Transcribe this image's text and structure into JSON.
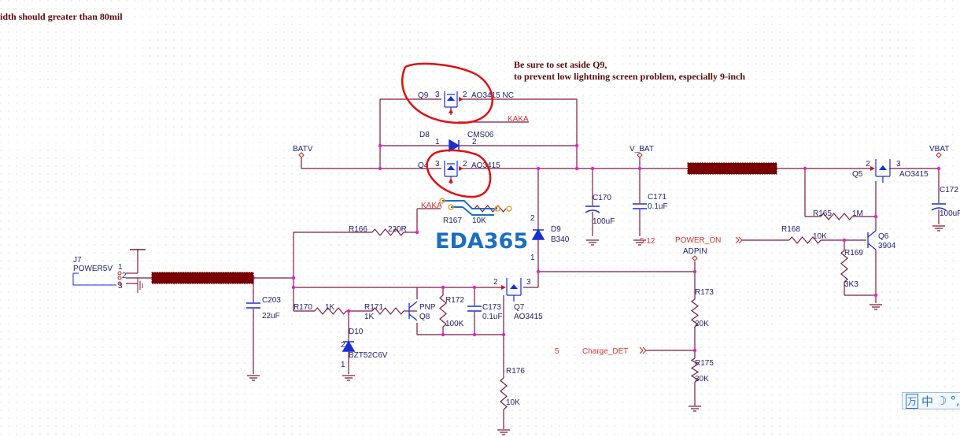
{
  "header_note": "idth should greater than 80mil",
  "annotation": {
    "line1": "Be sure to set aside Q9,",
    "line2": "to prevent low lightning screen problem, especially 9-inch"
  },
  "nets": {
    "batv": "BATV",
    "v_bat": "V_BAT",
    "vbat": "VBAT",
    "adpin": "ADPIN",
    "kaka1": "KAKA",
    "kaka2": "KAKA",
    "power_on": "POWER_ON",
    "charge_det": "Charge_DET",
    "charge_det_num": "5",
    "c171_net": "5.12"
  },
  "parts": {
    "q9": {
      "ref": "Q9",
      "value": "AO3415 NC",
      "p3": "3",
      "p2": "2"
    },
    "d8": {
      "ref": "D8",
      "value": "CMS06",
      "p1": "1",
      "p2": "2"
    },
    "q4": {
      "ref": "Q4",
      "value": "AO3415",
      "p3": "3",
      "p2": "2"
    },
    "d9": {
      "ref": "D9",
      "value": "B340",
      "p2": "2",
      "p1": "1"
    },
    "c170": {
      "ref": "C170",
      "value": "100uF"
    },
    "c171": {
      "ref": "C171",
      "value": "0.1uF"
    },
    "q5": {
      "ref": "Q5",
      "value": "AO3415",
      "p2": "2",
      "p3": "3"
    },
    "c172": {
      "ref": "C172",
      "value": "100uF"
    },
    "r165": {
      "ref": "R165",
      "value": "1M"
    },
    "r168": {
      "ref": "R168",
      "value": "10K"
    },
    "q6": {
      "ref": "Q6",
      "value": "3904"
    },
    "r169": {
      "ref": "R169",
      "value": "3K3"
    },
    "r173": {
      "ref": "R173",
      "value": "20K"
    },
    "r175": {
      "ref": "R175",
      "value": "30K"
    },
    "r166": {
      "ref": "R166",
      "value": "220R"
    },
    "r167": {
      "ref": "R167",
      "value": "10K"
    },
    "j7": {
      "ref": "J7",
      "value": "POWER5V",
      "p1": "1",
      "p2": "2",
      "p3": "3"
    },
    "c203": {
      "ref": "C203",
      "value": "22uF"
    },
    "r170": {
      "ref": "R170",
      "value": "1K"
    },
    "r171": {
      "ref": "R171",
      "value": "1K"
    },
    "d10": {
      "ref": "D10",
      "value": "BZT52C6V",
      "p2": "2",
      "p1": "1"
    },
    "q8": {
      "ref": "Q8",
      "value": "PNP"
    },
    "r172": {
      "ref": "R172",
      "value": "100K"
    },
    "c173": {
      "ref": "C173",
      "value": "0.1uF"
    },
    "q7": {
      "ref": "Q7",
      "value": "AO3415",
      "p2": "2",
      "p3": "3"
    },
    "r176": {
      "ref": "R176",
      "value": "10K"
    }
  },
  "watermark": "EDA365",
  "ime": {
    "mode": "中",
    "icons": [
      "ime-logo-icon",
      "moon-icon",
      "punctuation-icon"
    ]
  },
  "colors": {
    "wire": "#7e1a3c",
    "symbol": "#1a2fd0",
    "junction": "#e020d0",
    "bead": "#7a0000",
    "markup": "#e01010",
    "watermark": "#1a6fc0"
  }
}
